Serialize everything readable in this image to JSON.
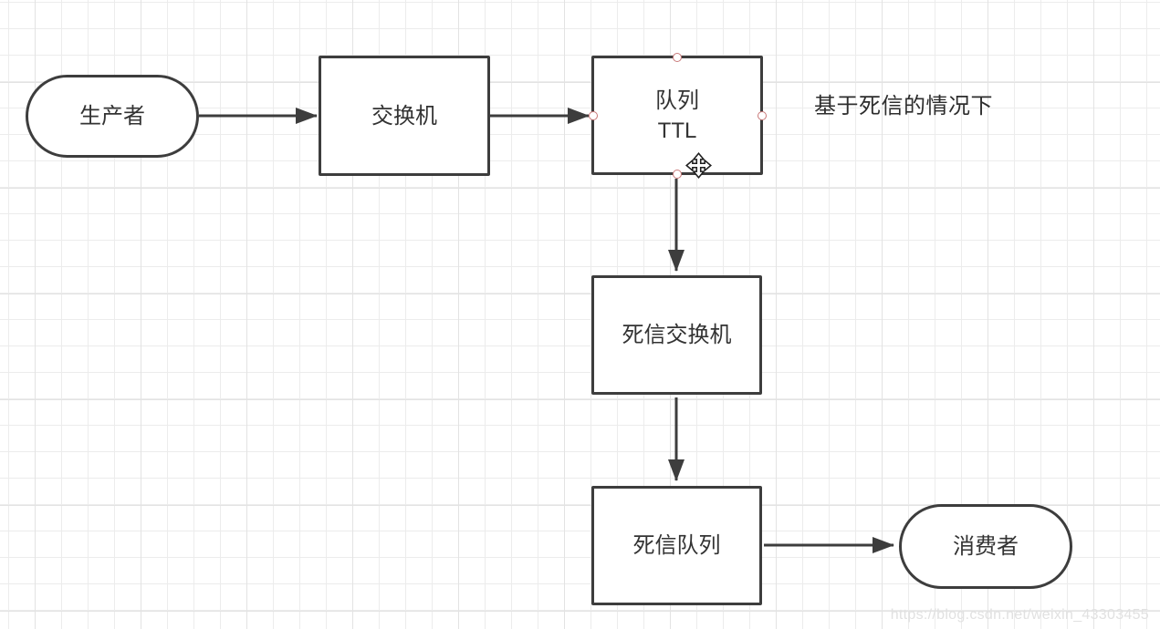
{
  "diagram": {
    "annotation": "基于死信的情况下",
    "watermark": "https://blog.csdn.net/weixin_43303455",
    "nodes": {
      "producer": {
        "label": "生产者",
        "shape": "stadium"
      },
      "exchange": {
        "label": "交换机",
        "shape": "rect"
      },
      "queue_ttl": {
        "line1": "队列",
        "line2": "TTL",
        "shape": "rect",
        "selected": true
      },
      "dead_letter_exchange": {
        "label": "死信交换机",
        "shape": "rect"
      },
      "dead_letter_queue": {
        "label": "死信队列",
        "shape": "rect"
      },
      "consumer": {
        "label": "消费者",
        "shape": "stadium"
      }
    },
    "connectors": [
      {
        "from": "producer",
        "to": "exchange",
        "direction": "right"
      },
      {
        "from": "exchange",
        "to": "queue_ttl",
        "direction": "right"
      },
      {
        "from": "queue_ttl",
        "to": "dead_letter_exchange",
        "direction": "down"
      },
      {
        "from": "dead_letter_exchange",
        "to": "dead_letter_queue",
        "direction": "down"
      },
      {
        "from": "dead_letter_queue",
        "to": "consumer",
        "direction": "right"
      }
    ],
    "colors": {
      "stroke": "#3d3d3d",
      "text": "#333333",
      "grid_line": "#ececec",
      "grid_major": "#e3e3e3",
      "handle_fill": "#ffffff",
      "handle_border": "#c97979",
      "watermark": "#e1e1e1",
      "background": "#ffffff"
    }
  }
}
